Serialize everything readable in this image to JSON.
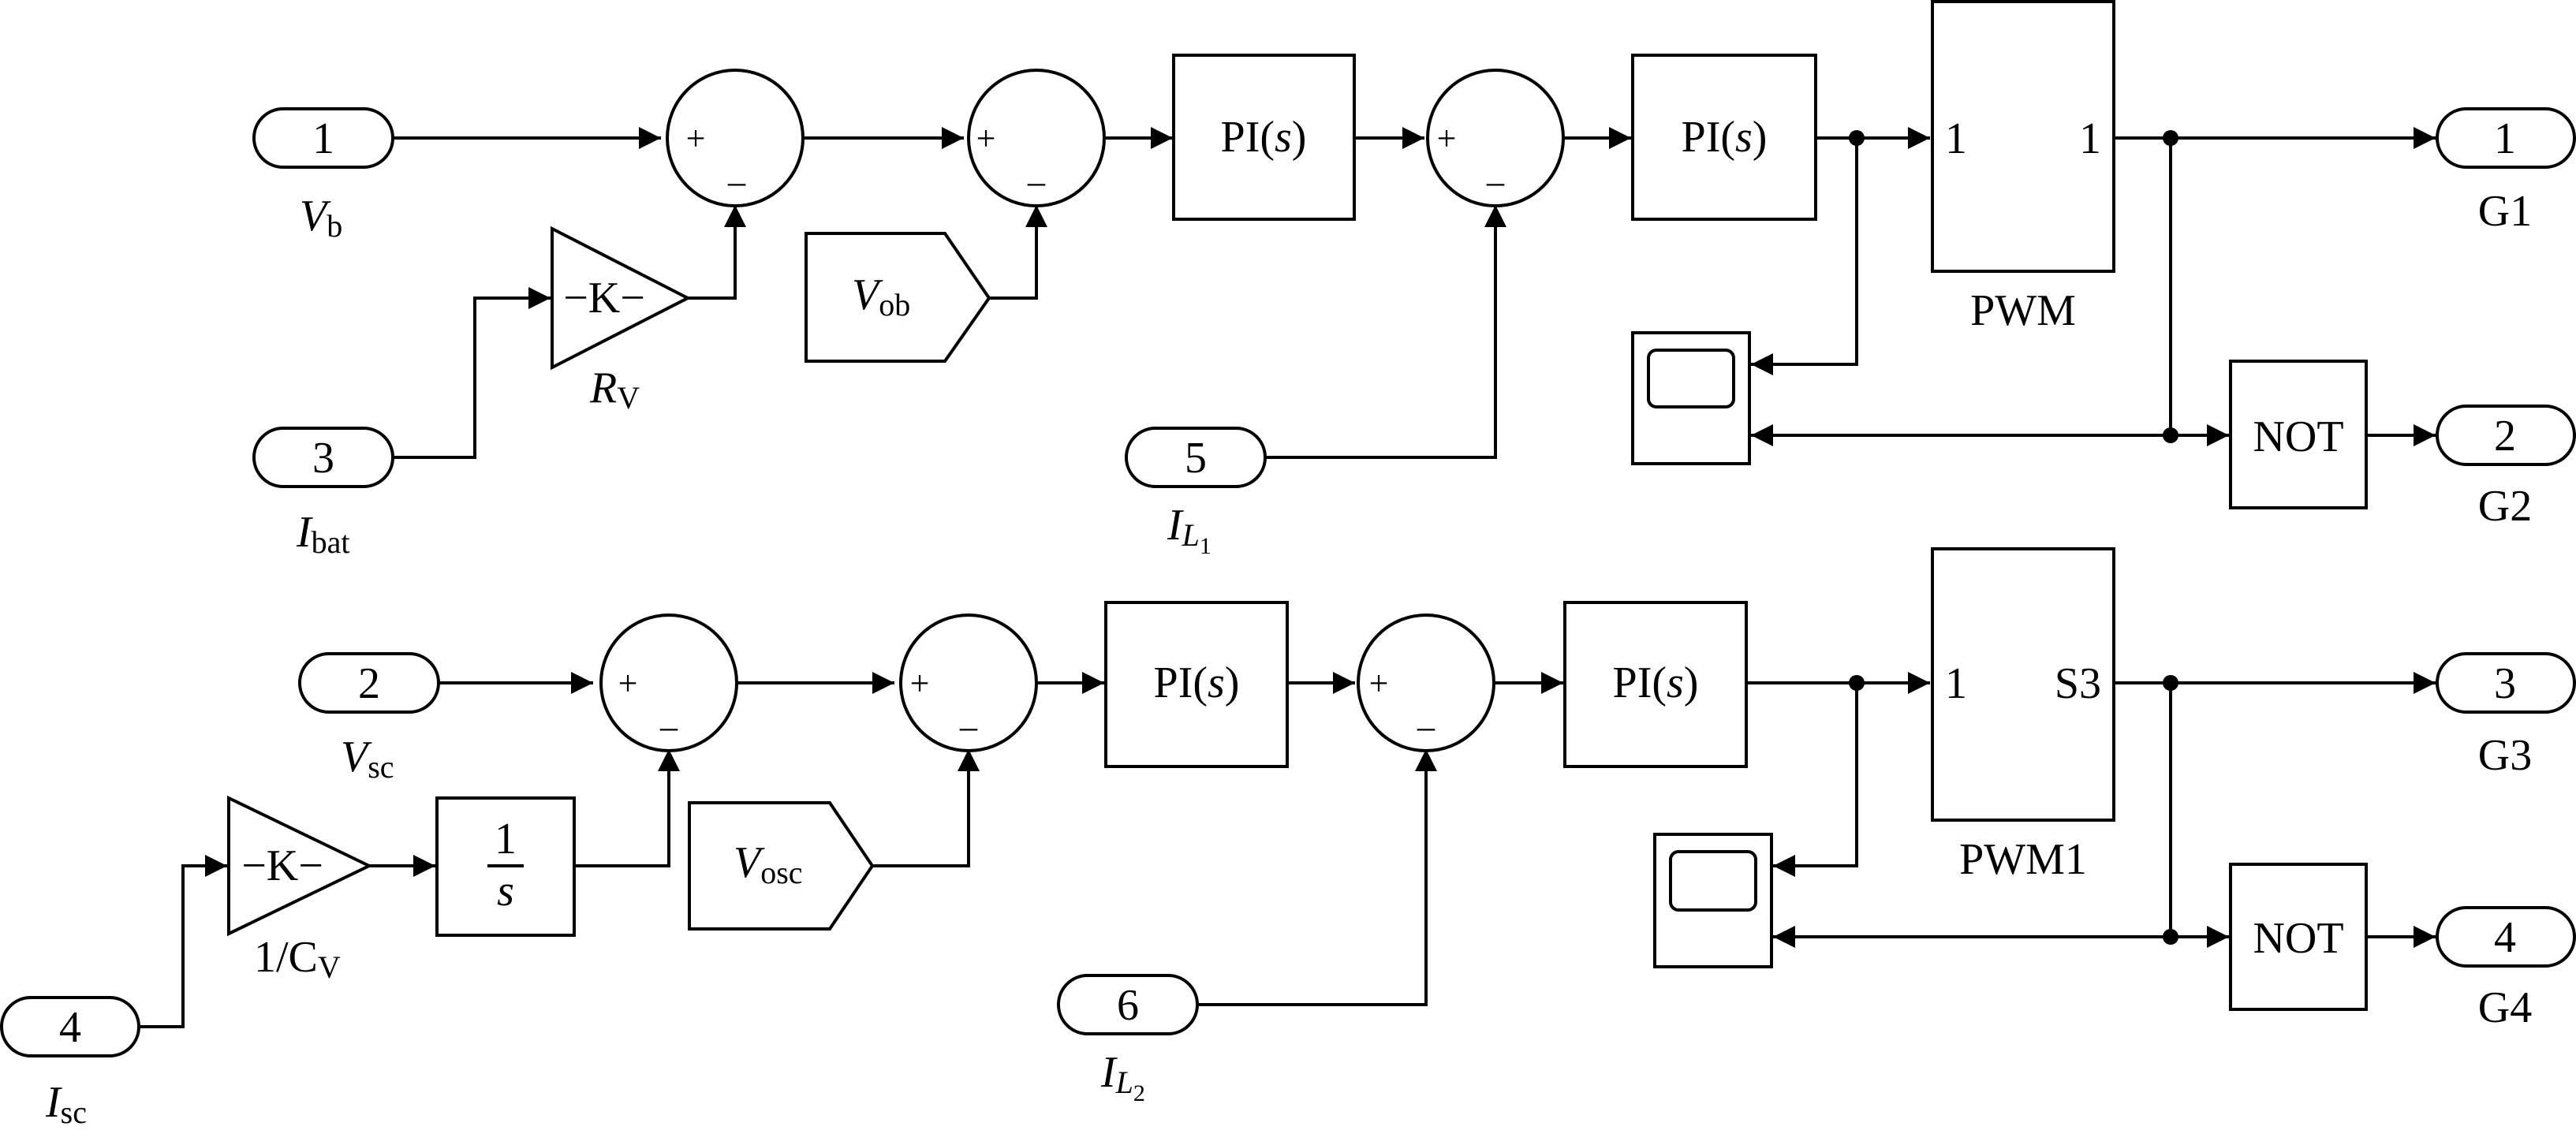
{
  "ports": {
    "in_vb": {
      "number": "1",
      "label_main": "V",
      "label_sub": "b"
    },
    "in_ibat": {
      "number": "3",
      "label_main": "I",
      "label_sub": "bat"
    },
    "in_il1": {
      "number": "5",
      "label_main": "I",
      "label_sub": "L",
      "label_subsub": "1"
    },
    "in_vsc": {
      "number": "2",
      "label_main": "V",
      "label_sub": "sc"
    },
    "in_isc": {
      "number": "4",
      "label_main": "I",
      "label_sub": "sc"
    },
    "in_il2": {
      "number": "6",
      "label_main": "I",
      "label_sub": "L",
      "label_subsub": "2"
    },
    "out_g1": {
      "number": "1",
      "label": "G1"
    },
    "out_g2": {
      "number": "2",
      "label": "G2"
    },
    "out_g3": {
      "number": "3",
      "label": "G3"
    },
    "out_g4": {
      "number": "4",
      "label": "G4"
    }
  },
  "gains": {
    "rv": {
      "text": "−K−",
      "label_main": "R",
      "label_sub": "V"
    },
    "cv": {
      "text": "−K−",
      "label_main": "1/C",
      "label_sub": "V"
    }
  },
  "constants": {
    "vob": {
      "main": "V",
      "sub": "ob"
    },
    "vosc": {
      "main": "V",
      "sub": "osc"
    }
  },
  "pi_block": {
    "prefix": "PI(",
    "var": "s",
    "suffix": ")"
  },
  "integrator": {
    "numerator": "1",
    "denominator": "s"
  },
  "sum_signs": {
    "plus": "+",
    "minus": "_"
  },
  "pwm": {
    "top": {
      "in_port": "1",
      "out_port": "1",
      "label": "PWM"
    },
    "bottom": {
      "in_port": "1",
      "out_port": "S3",
      "label": "PWM1"
    }
  },
  "not_label": "NOT"
}
